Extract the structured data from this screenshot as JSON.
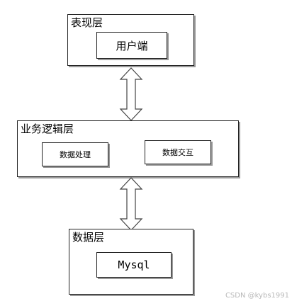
{
  "layers": {
    "presentation": {
      "title": "表现层",
      "box": "用户端"
    },
    "business": {
      "title": "业务逻辑层",
      "box_left": "数据处理",
      "box_right": "数据交互"
    },
    "data": {
      "title": "数据层",
      "box": "Mysql"
    }
  },
  "watermark": "CSDN @kybs1991"
}
